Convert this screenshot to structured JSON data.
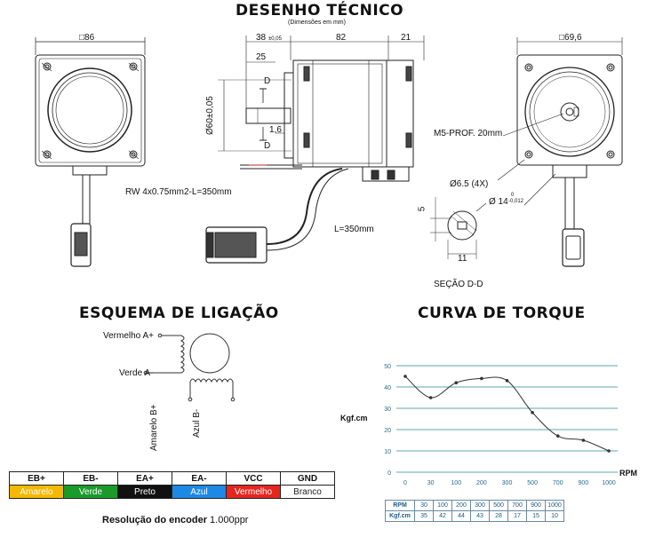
{
  "tech": {
    "title": "DESENHO TÉCNICO",
    "subtitle": "(Dimensões em mm)",
    "front_dim": "□86",
    "back_dim": "□69,6",
    "dim_38": "38",
    "dim_38_tol": "±0,05",
    "dim_82": "82",
    "dim_21": "21",
    "dim_25": "25",
    "dim_shaft": "Ø60±0,05",
    "dim_16": "1,6",
    "d_top": "D",
    "d_bottom": "D",
    "cable_label": "RW 4x0.75mm2-L=350mm",
    "encoder_cable": "L=350mm",
    "m5": "M5-PROF. 20mm",
    "holes": "Ø6.5 (4X)",
    "shaft14": "Ø 14",
    "shaft14_tol_top": "0",
    "shaft14_tol_bot": "-0,012",
    "dim_5": "5",
    "dim_11": "11",
    "section": "SEÇÃO D-D"
  },
  "wiring": {
    "title": "ESQUEMA DE LIGAÇÃO",
    "a_plus": "Vermelho A+",
    "a_minus": "Verde A-",
    "b_plus": "Amarelo B+",
    "b_minus": "Azul B-"
  },
  "pins": {
    "headers": [
      "EB+",
      "EB-",
      "EA+",
      "EA-",
      "VCC",
      "GND"
    ],
    "colors": [
      "Amarelo",
      "Verde",
      "Preto",
      "Azul",
      "Vermelho",
      "Branco"
    ],
    "bg": [
      "#f5b800",
      "#1a9a2a",
      "#111111",
      "#1e88e5",
      "#e5261f",
      "#ffffff"
    ],
    "fg": [
      "#ffffff",
      "#ffffff",
      "#ffffff",
      "#ffffff",
      "#ffffff",
      "#222222"
    ]
  },
  "resolution": {
    "bold": "Resolução do encoder",
    "value": "1.000ppr"
  },
  "torque": {
    "title": "CURVA DE TORQUE",
    "ylabel": "Kgf.cm",
    "xlabel": "RPM",
    "table_rpm_label": "RPM",
    "table_kgf_label": "Kgf.cm"
  },
  "chart_data": {
    "type": "line",
    "title": "CURVA DE TORQUE",
    "xlabel": "RPM",
    "ylabel": "Kgf.cm",
    "categories": [
      "0",
      "30",
      "100",
      "200",
      "300",
      "500",
      "700",
      "900",
      "1000"
    ],
    "values": [
      45,
      35,
      42,
      44,
      43,
      28,
      17,
      15,
      10
    ],
    "ylim": [
      0,
      50
    ],
    "yticks": [
      0,
      10,
      20,
      30,
      40,
      50
    ],
    "grid": true,
    "table_rpm": [
      "30",
      "100",
      "200",
      "300",
      "500",
      "700",
      "900",
      "1000"
    ],
    "table_kgf": [
      "35",
      "42",
      "44",
      "43",
      "28",
      "17",
      "15",
      "10"
    ],
    "colors": {
      "line": "#333333",
      "grid": "#2a8a8a",
      "axis_text": "#2a6a8a"
    }
  }
}
